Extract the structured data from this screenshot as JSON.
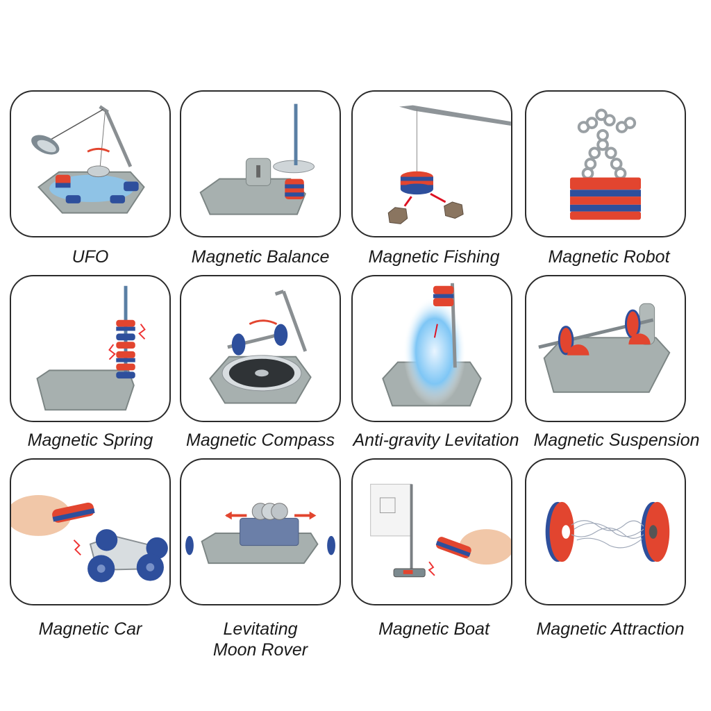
{
  "items": [
    {
      "id": "ufo",
      "label": "UFO",
      "icon": "ufo-kit-icon"
    },
    {
      "id": "balance",
      "label": "Magnetic Balance",
      "icon": "balance-kit-icon"
    },
    {
      "id": "fishing",
      "label": "Magnetic Fishing",
      "icon": "fishing-kit-icon"
    },
    {
      "id": "robot",
      "label": "Magnetic Robot",
      "icon": "robot-kit-icon"
    },
    {
      "id": "spring",
      "label": "Magnetic Spring",
      "icon": "spring-kit-icon"
    },
    {
      "id": "compass",
      "label": "Magnetic Compass",
      "icon": "compass-kit-icon"
    },
    {
      "id": "levitation",
      "label": "Anti-gravity Levitation",
      "icon": "levitation-kit-icon"
    },
    {
      "id": "suspension",
      "label": "Magnetic Suspension",
      "icon": "suspension-kit-icon"
    },
    {
      "id": "car",
      "label": "Magnetic Car",
      "icon": "car-kit-icon"
    },
    {
      "id": "rover",
      "label_lines": [
        "Levitating",
        "Moon Rover"
      ],
      "icon": "rover-kit-icon"
    },
    {
      "id": "boat",
      "label": "Magnetic Boat",
      "icon": "boat-kit-icon"
    },
    {
      "id": "attraction",
      "label": "Magnetic Attraction",
      "icon": "attraction-kit-icon"
    }
  ],
  "colors": {
    "tile_border": "#2b2b2b",
    "base_gray": "#9aa3a2",
    "magnet_red": "#e2452f",
    "magnet_blue": "#2e4f9c",
    "label_text": "#1a1a1a"
  }
}
